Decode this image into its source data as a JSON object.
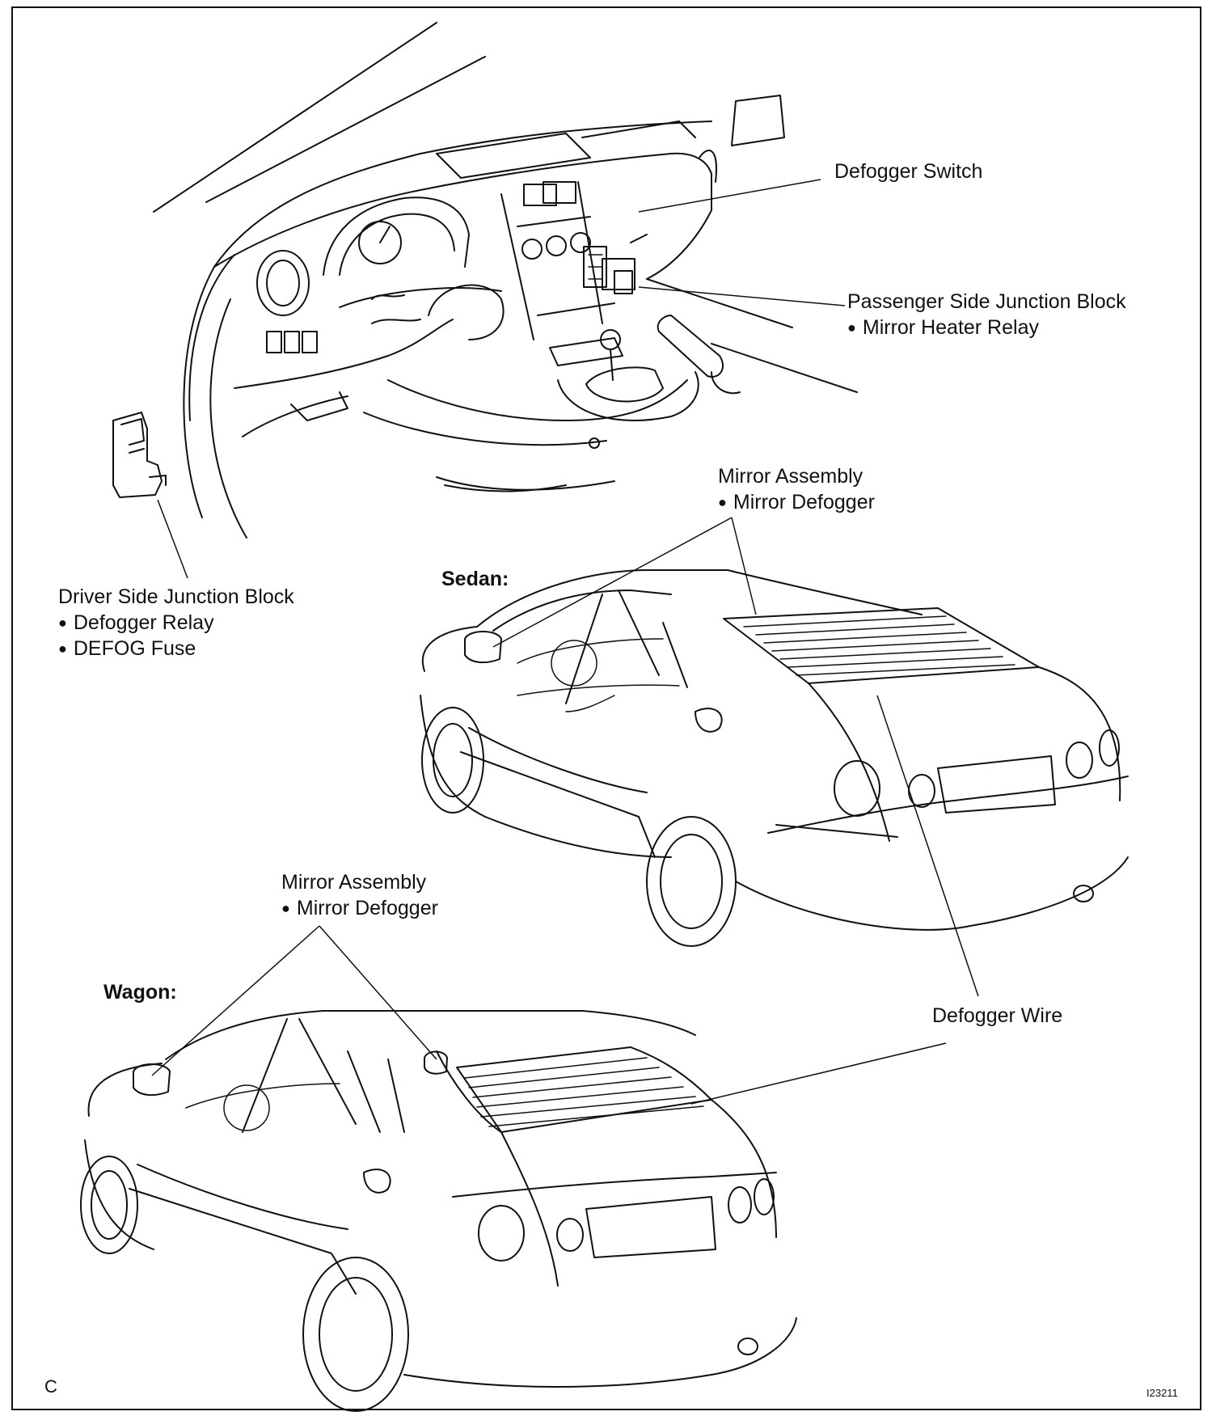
{
  "labels": {
    "defogger_switch": "Defogger Switch",
    "passenger_jb": "Passenger Side Junction Block",
    "mirror_heater_relay": "Mirror Heater Relay",
    "mirror_assembly_sedan": "Mirror Assembly",
    "mirror_defogger_sedan": "Mirror Defogger",
    "driver_jb": "Driver Side Junction Block",
    "defogger_relay": "Defogger Relay",
    "defog_fuse": "DEFOG Fuse",
    "mirror_assembly_wagon": "Mirror Assembly",
    "mirror_defogger_wagon": "Mirror Defogger",
    "defogger_wire": "Defogger Wire"
  },
  "headers": {
    "sedan": "Sedan:",
    "wagon": "Wagon:"
  },
  "corner_letter": "C",
  "figure_id": "I23211"
}
